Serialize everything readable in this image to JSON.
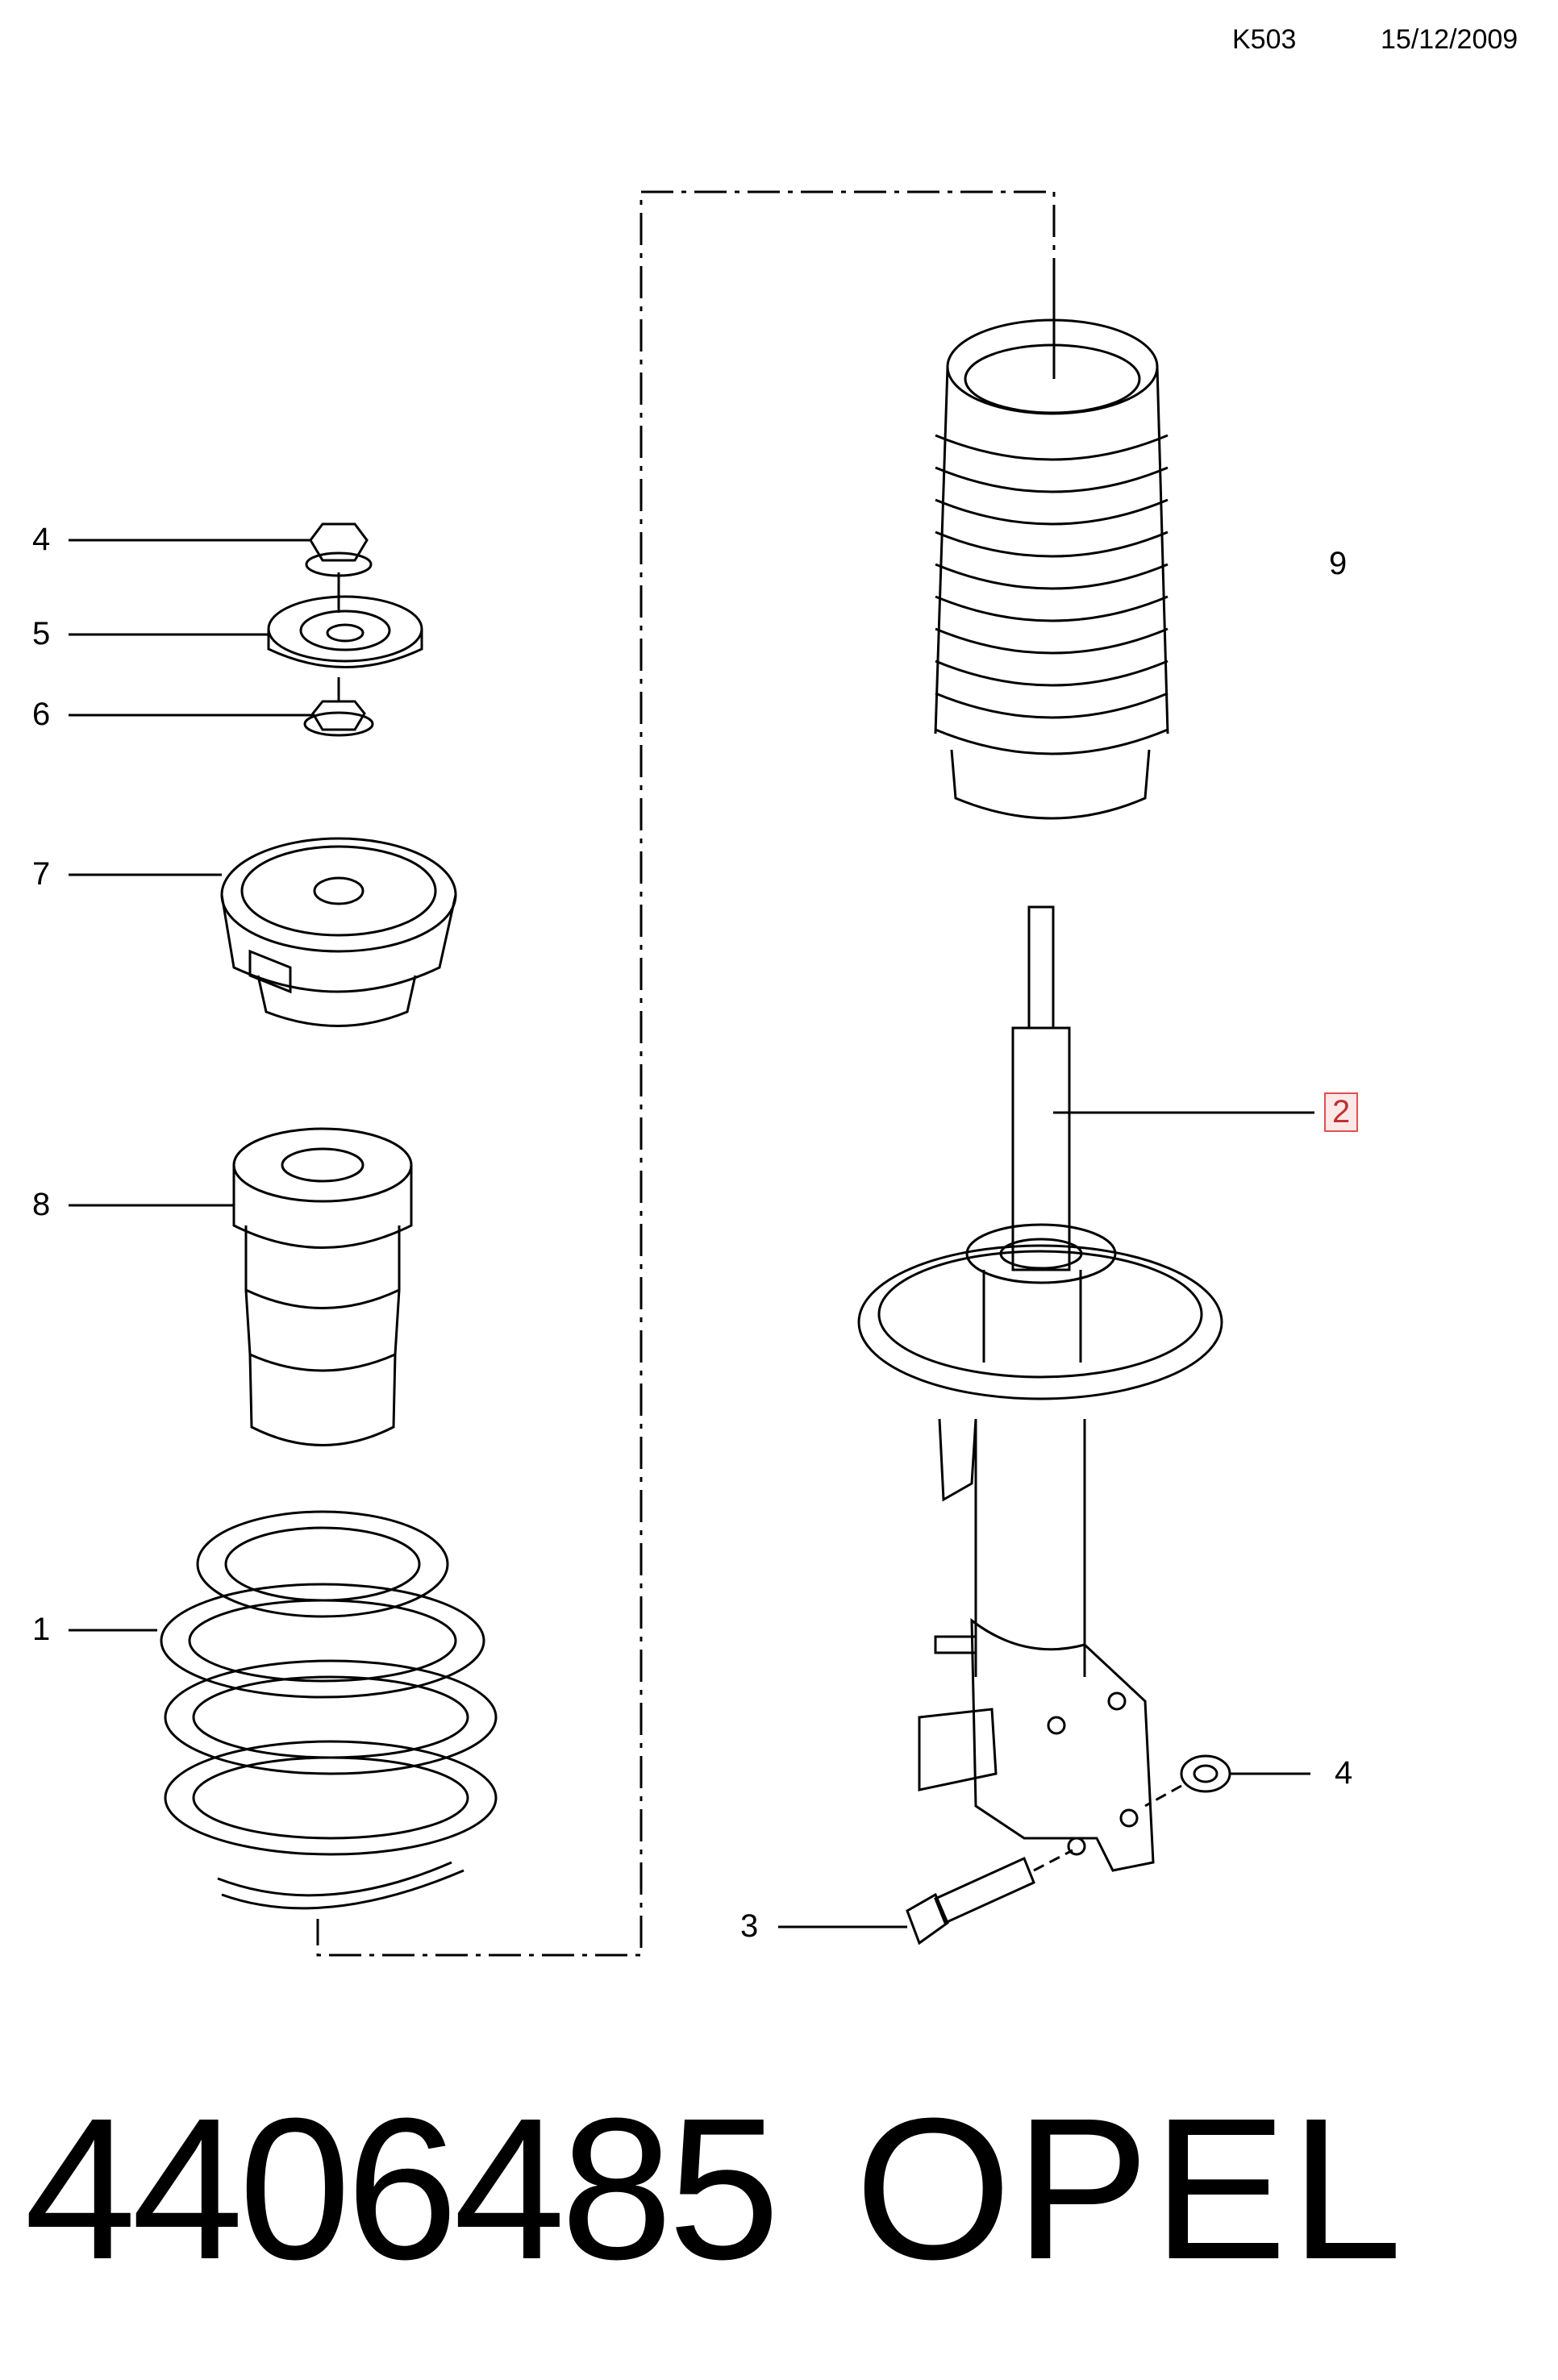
{
  "header": {
    "code": "K503",
    "date": "15/12/2009"
  },
  "callouts": [
    {
      "id": "1",
      "part": "coil-spring"
    },
    {
      "id": "2",
      "part": "shock-absorber-strut",
      "highlighted": true
    },
    {
      "id": "3",
      "part": "bolt"
    },
    {
      "id": "4",
      "part": "nut"
    },
    {
      "id": "5",
      "part": "washer"
    },
    {
      "id": "6",
      "part": "nut"
    },
    {
      "id": "7",
      "part": "strut-mount"
    },
    {
      "id": "8",
      "part": "bump-stop"
    },
    {
      "id": "9",
      "part": "dust-boot"
    },
    {
      "id": "4",
      "part": "nut"
    }
  ],
  "footer": {
    "part_number": "4406485",
    "brand": "OPEL"
  },
  "colors": {
    "line": "#000000",
    "highlight_border": "#e05050",
    "highlight_fill": "#fde8e8"
  }
}
